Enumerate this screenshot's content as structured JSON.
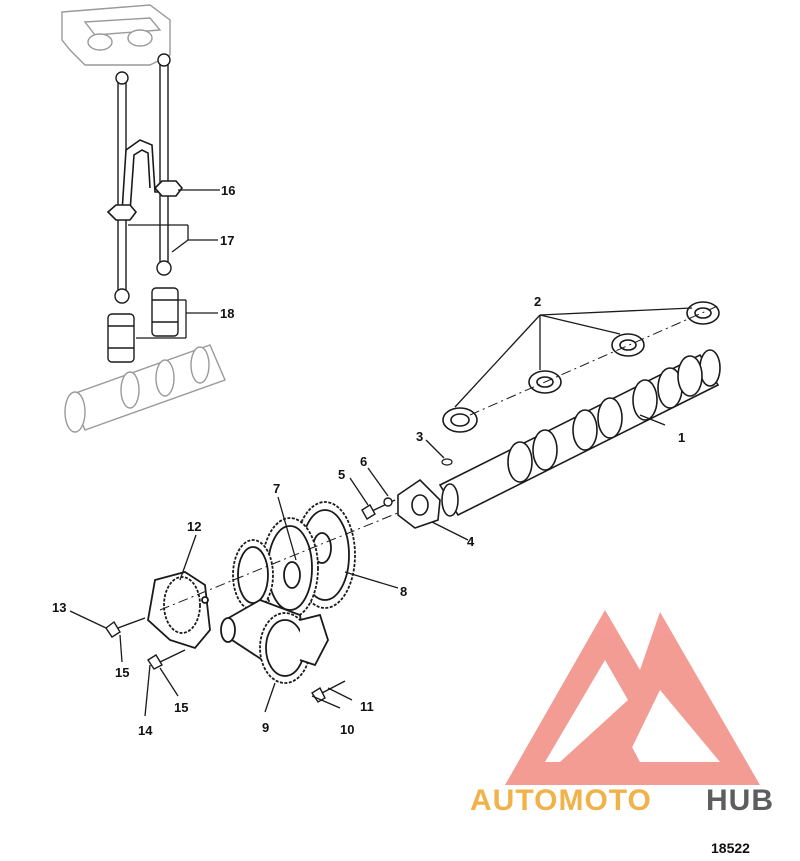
{
  "diagram": {
    "figure_number": "18522",
    "callouts": [
      "1",
      "2",
      "3",
      "4",
      "5",
      "6",
      "7",
      "8",
      "9",
      "10",
      "11",
      "12",
      "13",
      "14",
      "15",
      "15",
      "16",
      "17",
      "18"
    ],
    "watermark": {
      "part1": "AUTOMOTO",
      "part2": "HUB"
    }
  },
  "colors": {
    "line": "#1a1a1a",
    "ghost": "#9a9a9a",
    "logo_red": "#f08080",
    "watermark_orange": "#f2b24a",
    "watermark_gray": "#5d5d5d"
  }
}
